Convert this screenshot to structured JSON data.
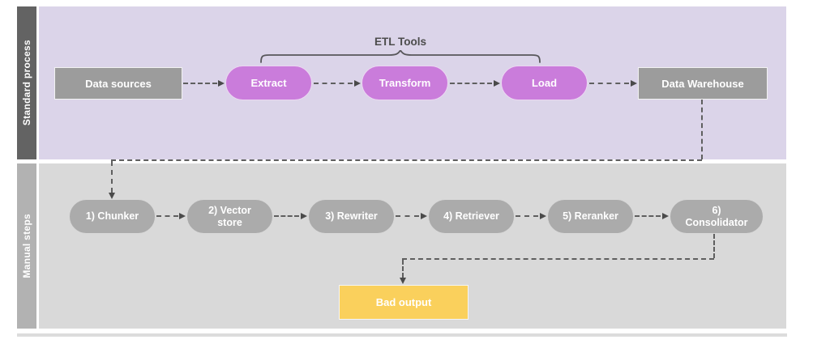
{
  "lanes": [
    {
      "label": "Standard process"
    },
    {
      "label": "Manual steps"
    }
  ],
  "groups": {
    "etl": {
      "label": "ETL Tools"
    }
  },
  "standard": {
    "data_sources": {
      "label": "Data sources"
    },
    "extract": {
      "label": "Extract"
    },
    "transform": {
      "label": "Transform"
    },
    "load": {
      "label": "Load"
    },
    "data_warehouse": {
      "label": "Data Warehouse"
    }
  },
  "manual": {
    "chunker": {
      "label": "1) Chunker"
    },
    "vector_store": {
      "label": "2) Vector store"
    },
    "rewriter": {
      "label": "3) Rewriter"
    },
    "retriever": {
      "label": "4) Retriever"
    },
    "reranker": {
      "label": "5) Reranker"
    },
    "consolidator": {
      "label": "6) Consolidator"
    },
    "bad_output": {
      "label": "Bad output"
    }
  },
  "colors": {
    "lane_standard_bg": "#dbd4e9",
    "lane_manual_bg": "#d9d9d9",
    "lane_standard_header": "#636363",
    "lane_manual_header": "#b2b2b2",
    "etl_node_fill": "#ca7cdb",
    "gray_node_fill": "#9c9c9c",
    "manual_node_fill": "#ababab",
    "bad_output_fill": "#fad05c",
    "connector": "#5f5f5f",
    "group_label_text": "#4c4c4c"
  }
}
